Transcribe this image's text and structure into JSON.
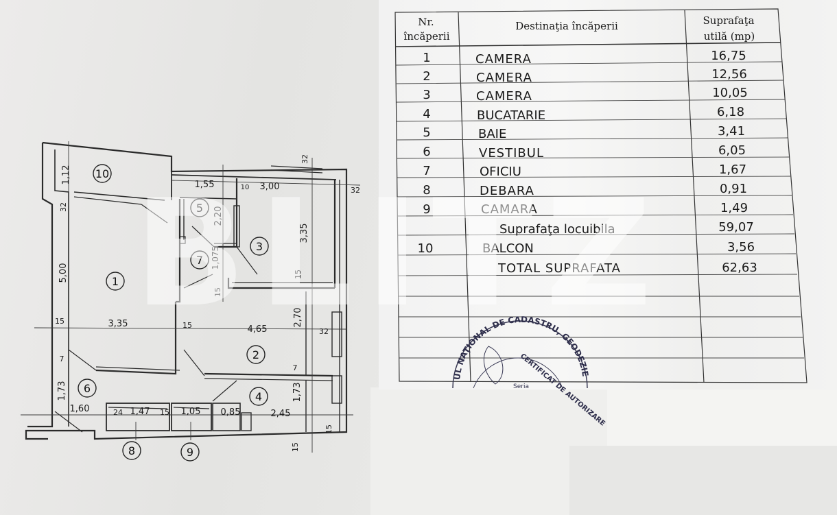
{
  "plan": {
    "rooms": [
      {
        "n": "1"
      },
      {
        "n": "2"
      },
      {
        "n": "3"
      },
      {
        "n": "4"
      },
      {
        "n": "5"
      },
      {
        "n": "6"
      },
      {
        "n": "7"
      },
      {
        "n": "8"
      },
      {
        "n": "9"
      },
      {
        "n": "10"
      }
    ],
    "dims": {
      "d1_12": "1,12",
      "d32a": "32",
      "d1_55": "1,55",
      "d10": "10",
      "d3_00": "3,00",
      "d32b": "32",
      "d32c": "32",
      "d2_20": "2,20",
      "d3_35v": "3,35",
      "d5_00": "5,00",
      "d1_075": "1,075",
      "d15a": "15",
      "d15b": "15",
      "d3_35h": "3,35",
      "d15c": "15",
      "d15d": "15",
      "d4_65": "4,65",
      "d2_70": "2,70",
      "d32d": "32",
      "d7a": "7",
      "d7b": "7",
      "d1_73a": "1,73",
      "d1_73b": "1,73",
      "d1_60": "1,60",
      "d24": "24",
      "d1_47": "1,47",
      "d15e": "15",
      "d1_05": "1,05",
      "d0_85": "0,85",
      "d2_45": "2,45",
      "d15f": "15",
      "d15g": "15"
    }
  },
  "table": {
    "header": {
      "nr_line1": "Nr.",
      "nr_line2": "încăperii",
      "destination": "Destinaţia încăperii",
      "surface_line1": "Suprafaţa",
      "surface_line2": "utilă (mp)"
    },
    "rows": [
      {
        "nr": "1",
        "name": "CAMERA",
        "area": "16,75"
      },
      {
        "nr": "2",
        "name": "CAMERA",
        "area": "12,56"
      },
      {
        "nr": "3",
        "name": "CAMERA",
        "area": "10,05"
      },
      {
        "nr": "4",
        "name": "BUCATARIE",
        "area": "6,18"
      },
      {
        "nr": "5",
        "name": "BAIE",
        "area": "3,41"
      },
      {
        "nr": "6",
        "name": "VESTIBUL",
        "area": "6,05"
      },
      {
        "nr": "7",
        "name": "OFICIU",
        "area": "1,67"
      },
      {
        "nr": "8",
        "name": "DEBARA",
        "area": "0,91"
      },
      {
        "nr": "9",
        "name": "CAMARA",
        "area": "1,49"
      },
      {
        "nr": "",
        "name": "Suprafaţa locuibila",
        "area": "59,07"
      },
      {
        "nr": "10",
        "name": "BALCON",
        "area": "3,56"
      },
      {
        "nr": "",
        "name": "TOTAL SUPRAFATA",
        "area": "62,63"
      }
    ]
  },
  "stamp": {
    "outer_text": "UL NAŢIONAL DE CADASTRU, GEODEZIE",
    "inner_text": "CERTIFICAT DE AUTORIZARE",
    "serial": "Seria"
  },
  "watermark": "BLITZ"
}
